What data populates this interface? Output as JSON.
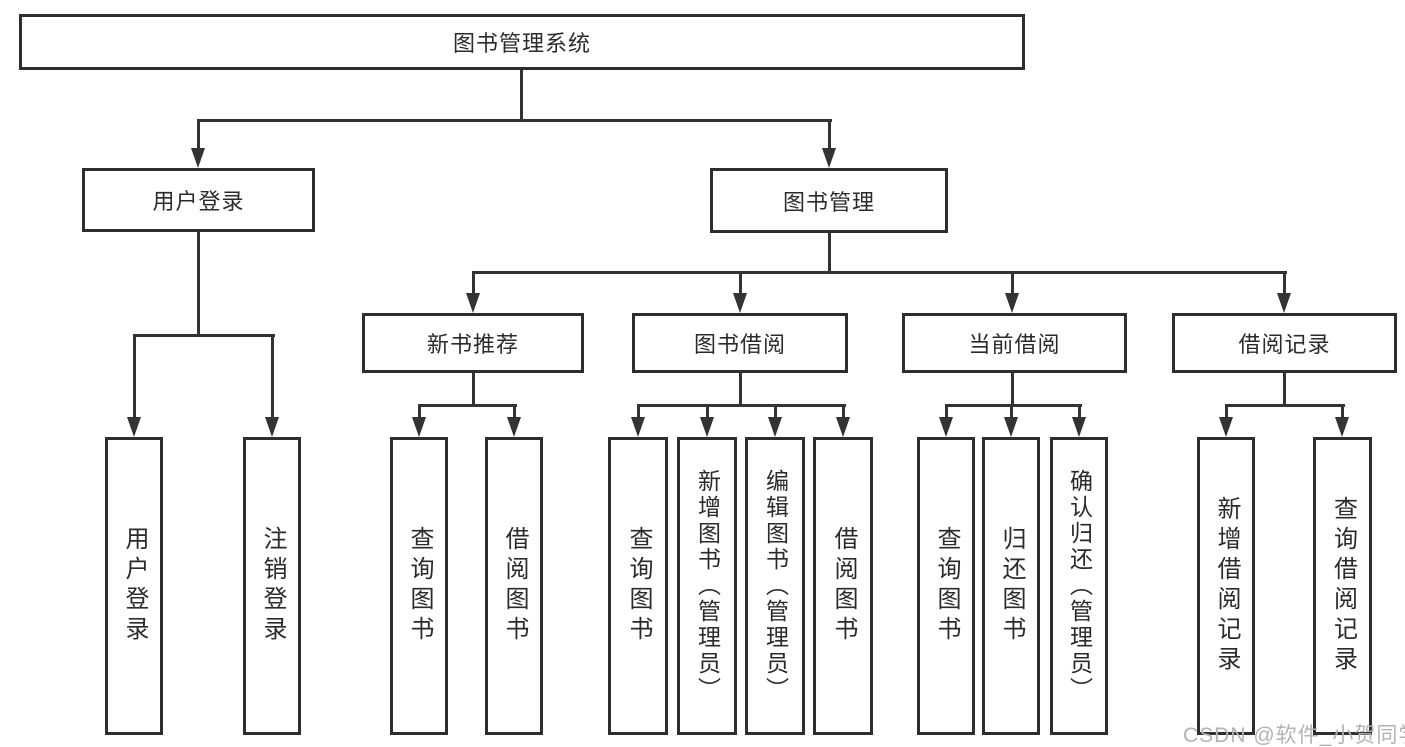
{
  "root": {
    "label": "图书管理系统"
  },
  "branches": [
    {
      "label": "用户登录",
      "leaves": [
        {
          "label": "用户登录"
        },
        {
          "label": "注销登录"
        }
      ]
    },
    {
      "label": "图书管理",
      "children": [
        {
          "label": "新书推荐",
          "leaves": [
            {
              "label": "查询图书"
            },
            {
              "label": "借阅图书"
            }
          ]
        },
        {
          "label": "图书借阅",
          "leaves": [
            {
              "label": "查询图书"
            },
            {
              "label": "新增图书（管理员）"
            },
            {
              "label": "编辑图书（管理员）"
            },
            {
              "label": "借阅图书"
            }
          ]
        },
        {
          "label": "当前借阅",
          "leaves": [
            {
              "label": "查询图书"
            },
            {
              "label": "归还图书"
            },
            {
              "label": "确认归还（管理员）"
            }
          ]
        },
        {
          "label": "借阅记录",
          "leaves": [
            {
              "label": "新增借阅记录"
            },
            {
              "label": "查询借阅记录"
            }
          ]
        }
      ]
    }
  ],
  "watermark": "CSDN @软件_小贺同学",
  "colors": {
    "line": "#333333",
    "box_border": "#2e2e2e",
    "text": "#2b2b2b",
    "watermark": "#b3b3b3",
    "background": "#ffffff"
  }
}
